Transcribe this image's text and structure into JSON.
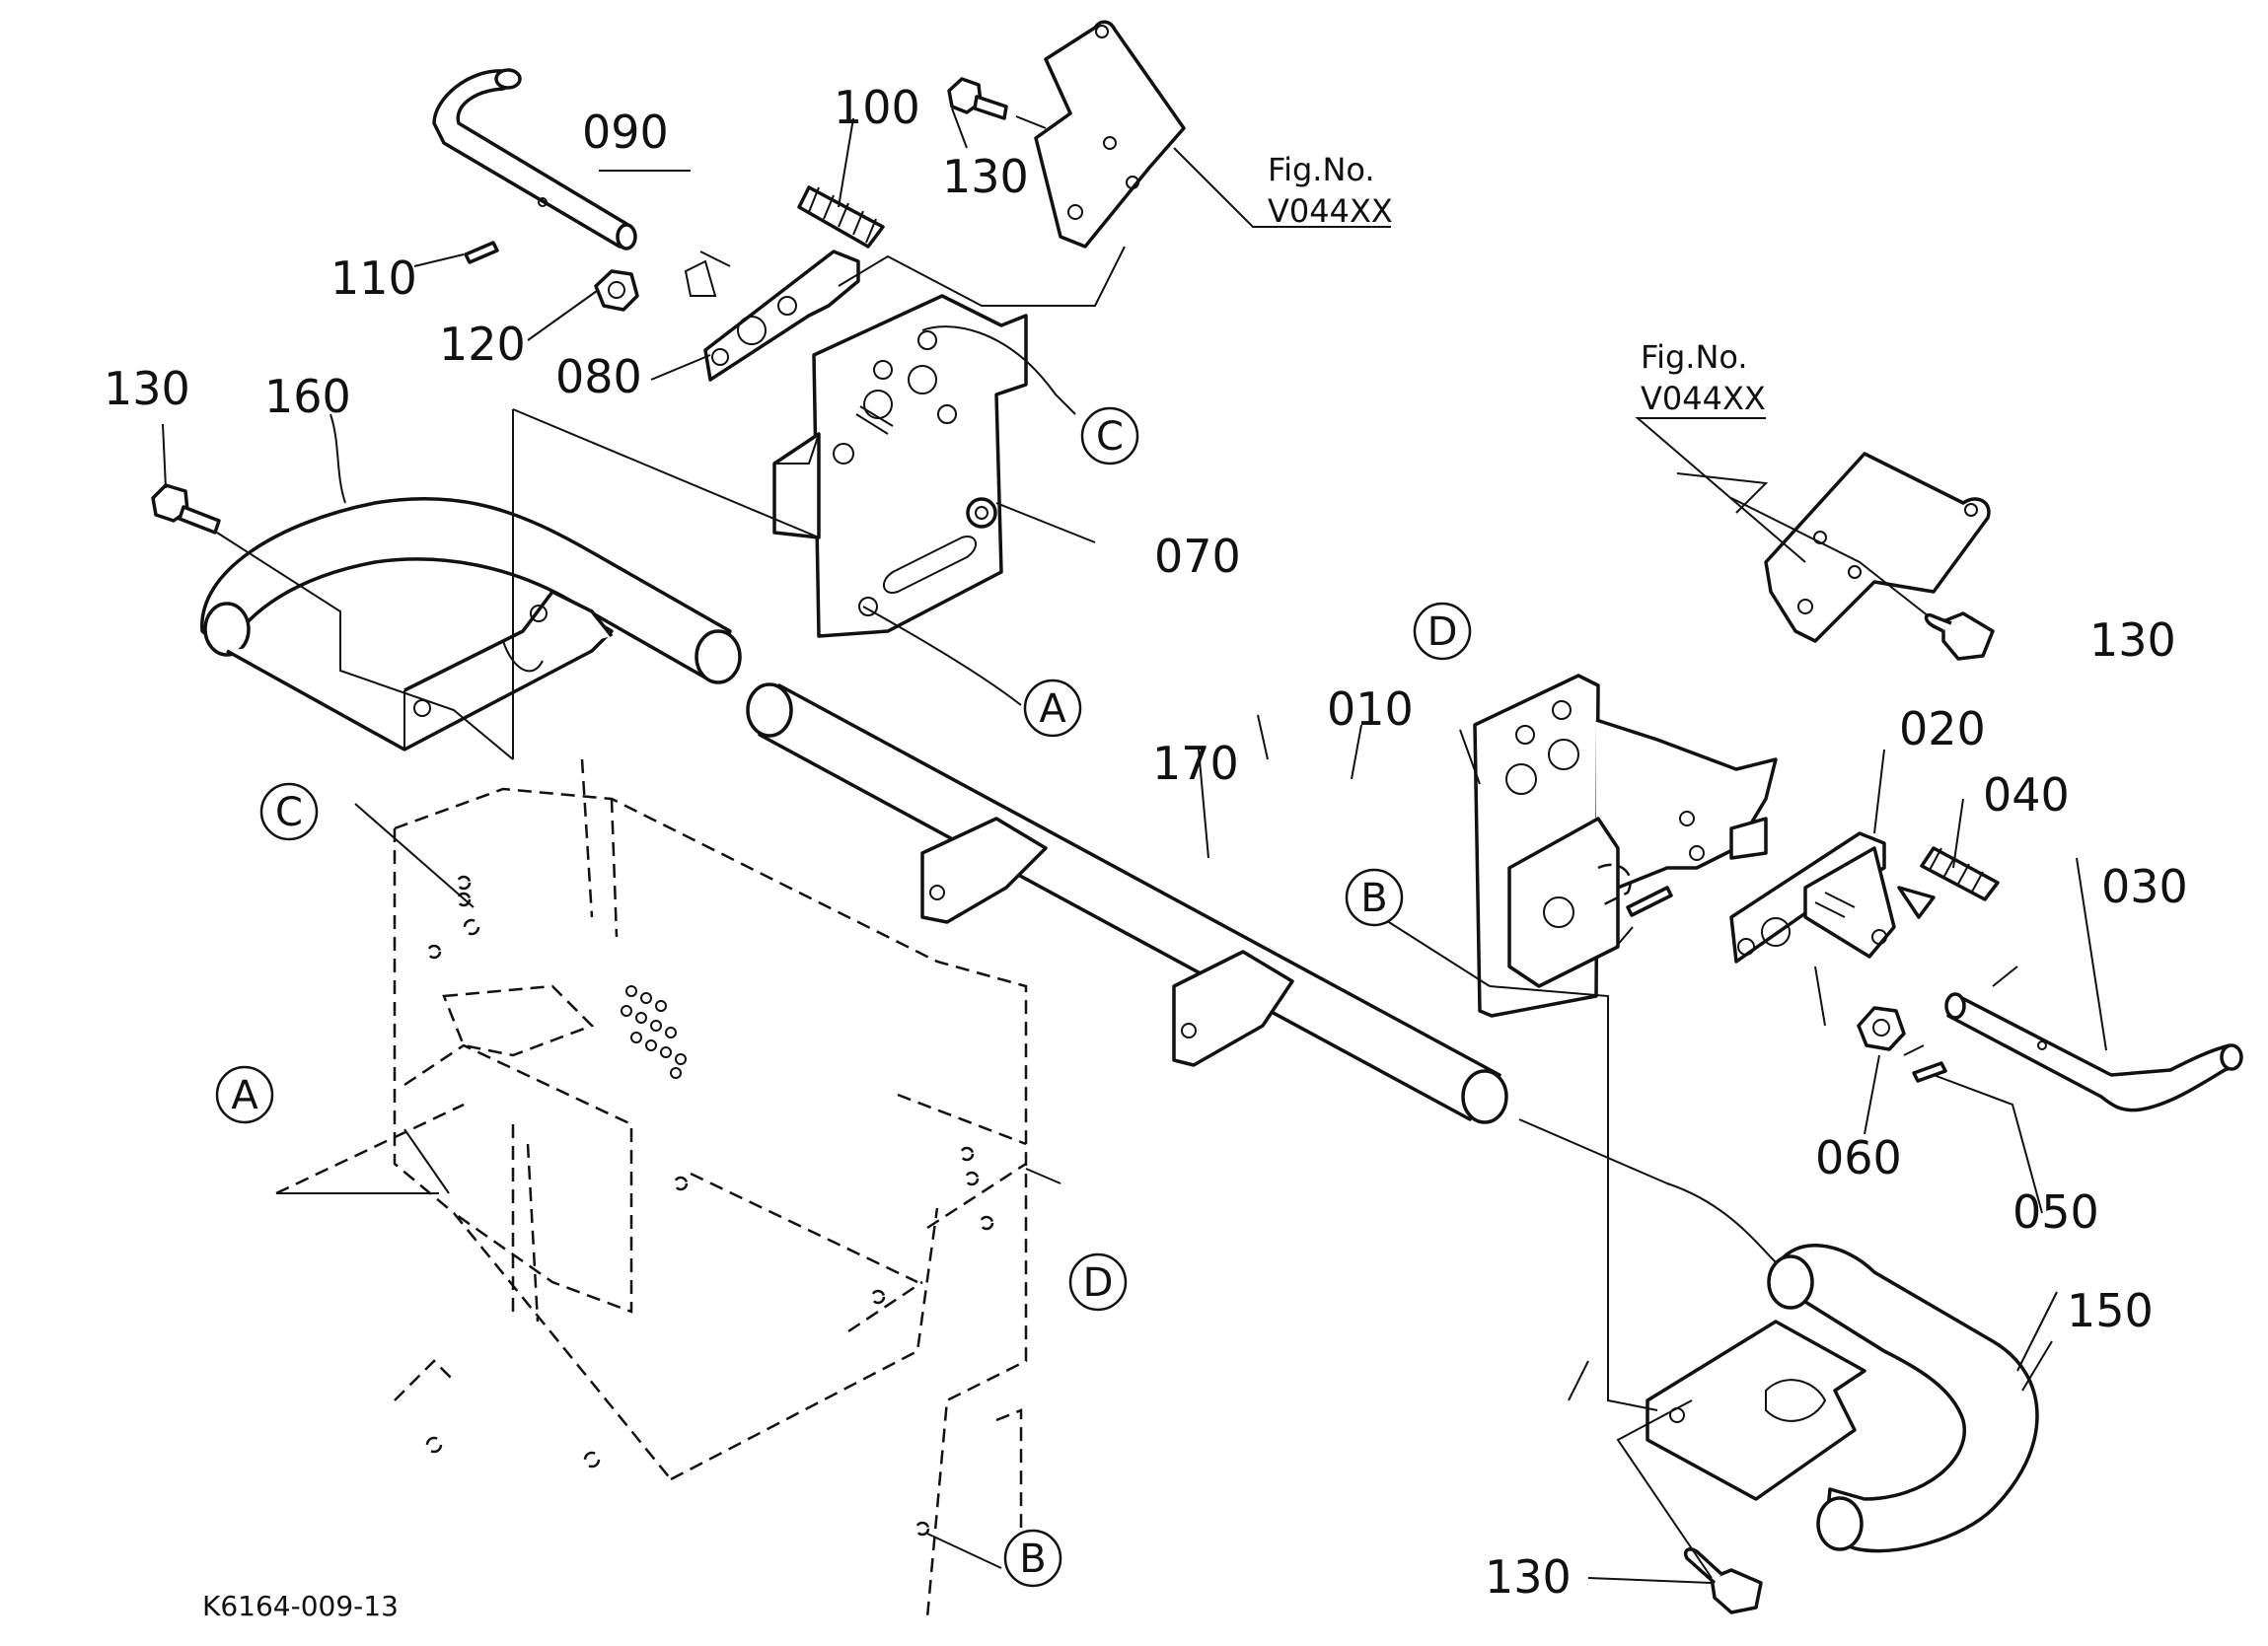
{
  "labels": {
    "p010": "010",
    "p020": "020",
    "p030": "030",
    "p040": "040",
    "p050": "050",
    "p060": "060",
    "p070": "070",
    "p080": "080",
    "p090": "090",
    "p100": "100",
    "p110": "110",
    "p120": "120",
    "p130a": "130",
    "p130b": "130",
    "p130c": "130",
    "p130d": "130",
    "p150": "150",
    "p160": "160",
    "p170": "170"
  },
  "callouts": {
    "a_upper": "A",
    "a_lower": "A",
    "b_right": "B",
    "b_lower": "B",
    "c_upper": "C",
    "c_lower": "C",
    "d_right": "D",
    "d_lower": "D"
  },
  "figure_refs": [
    {
      "line1": "Fig.No.",
      "line2": "V044XX"
    },
    {
      "line1": "Fig.No.",
      "line2": "V044XX"
    }
  ],
  "diagram_code": "K6164-009-13"
}
